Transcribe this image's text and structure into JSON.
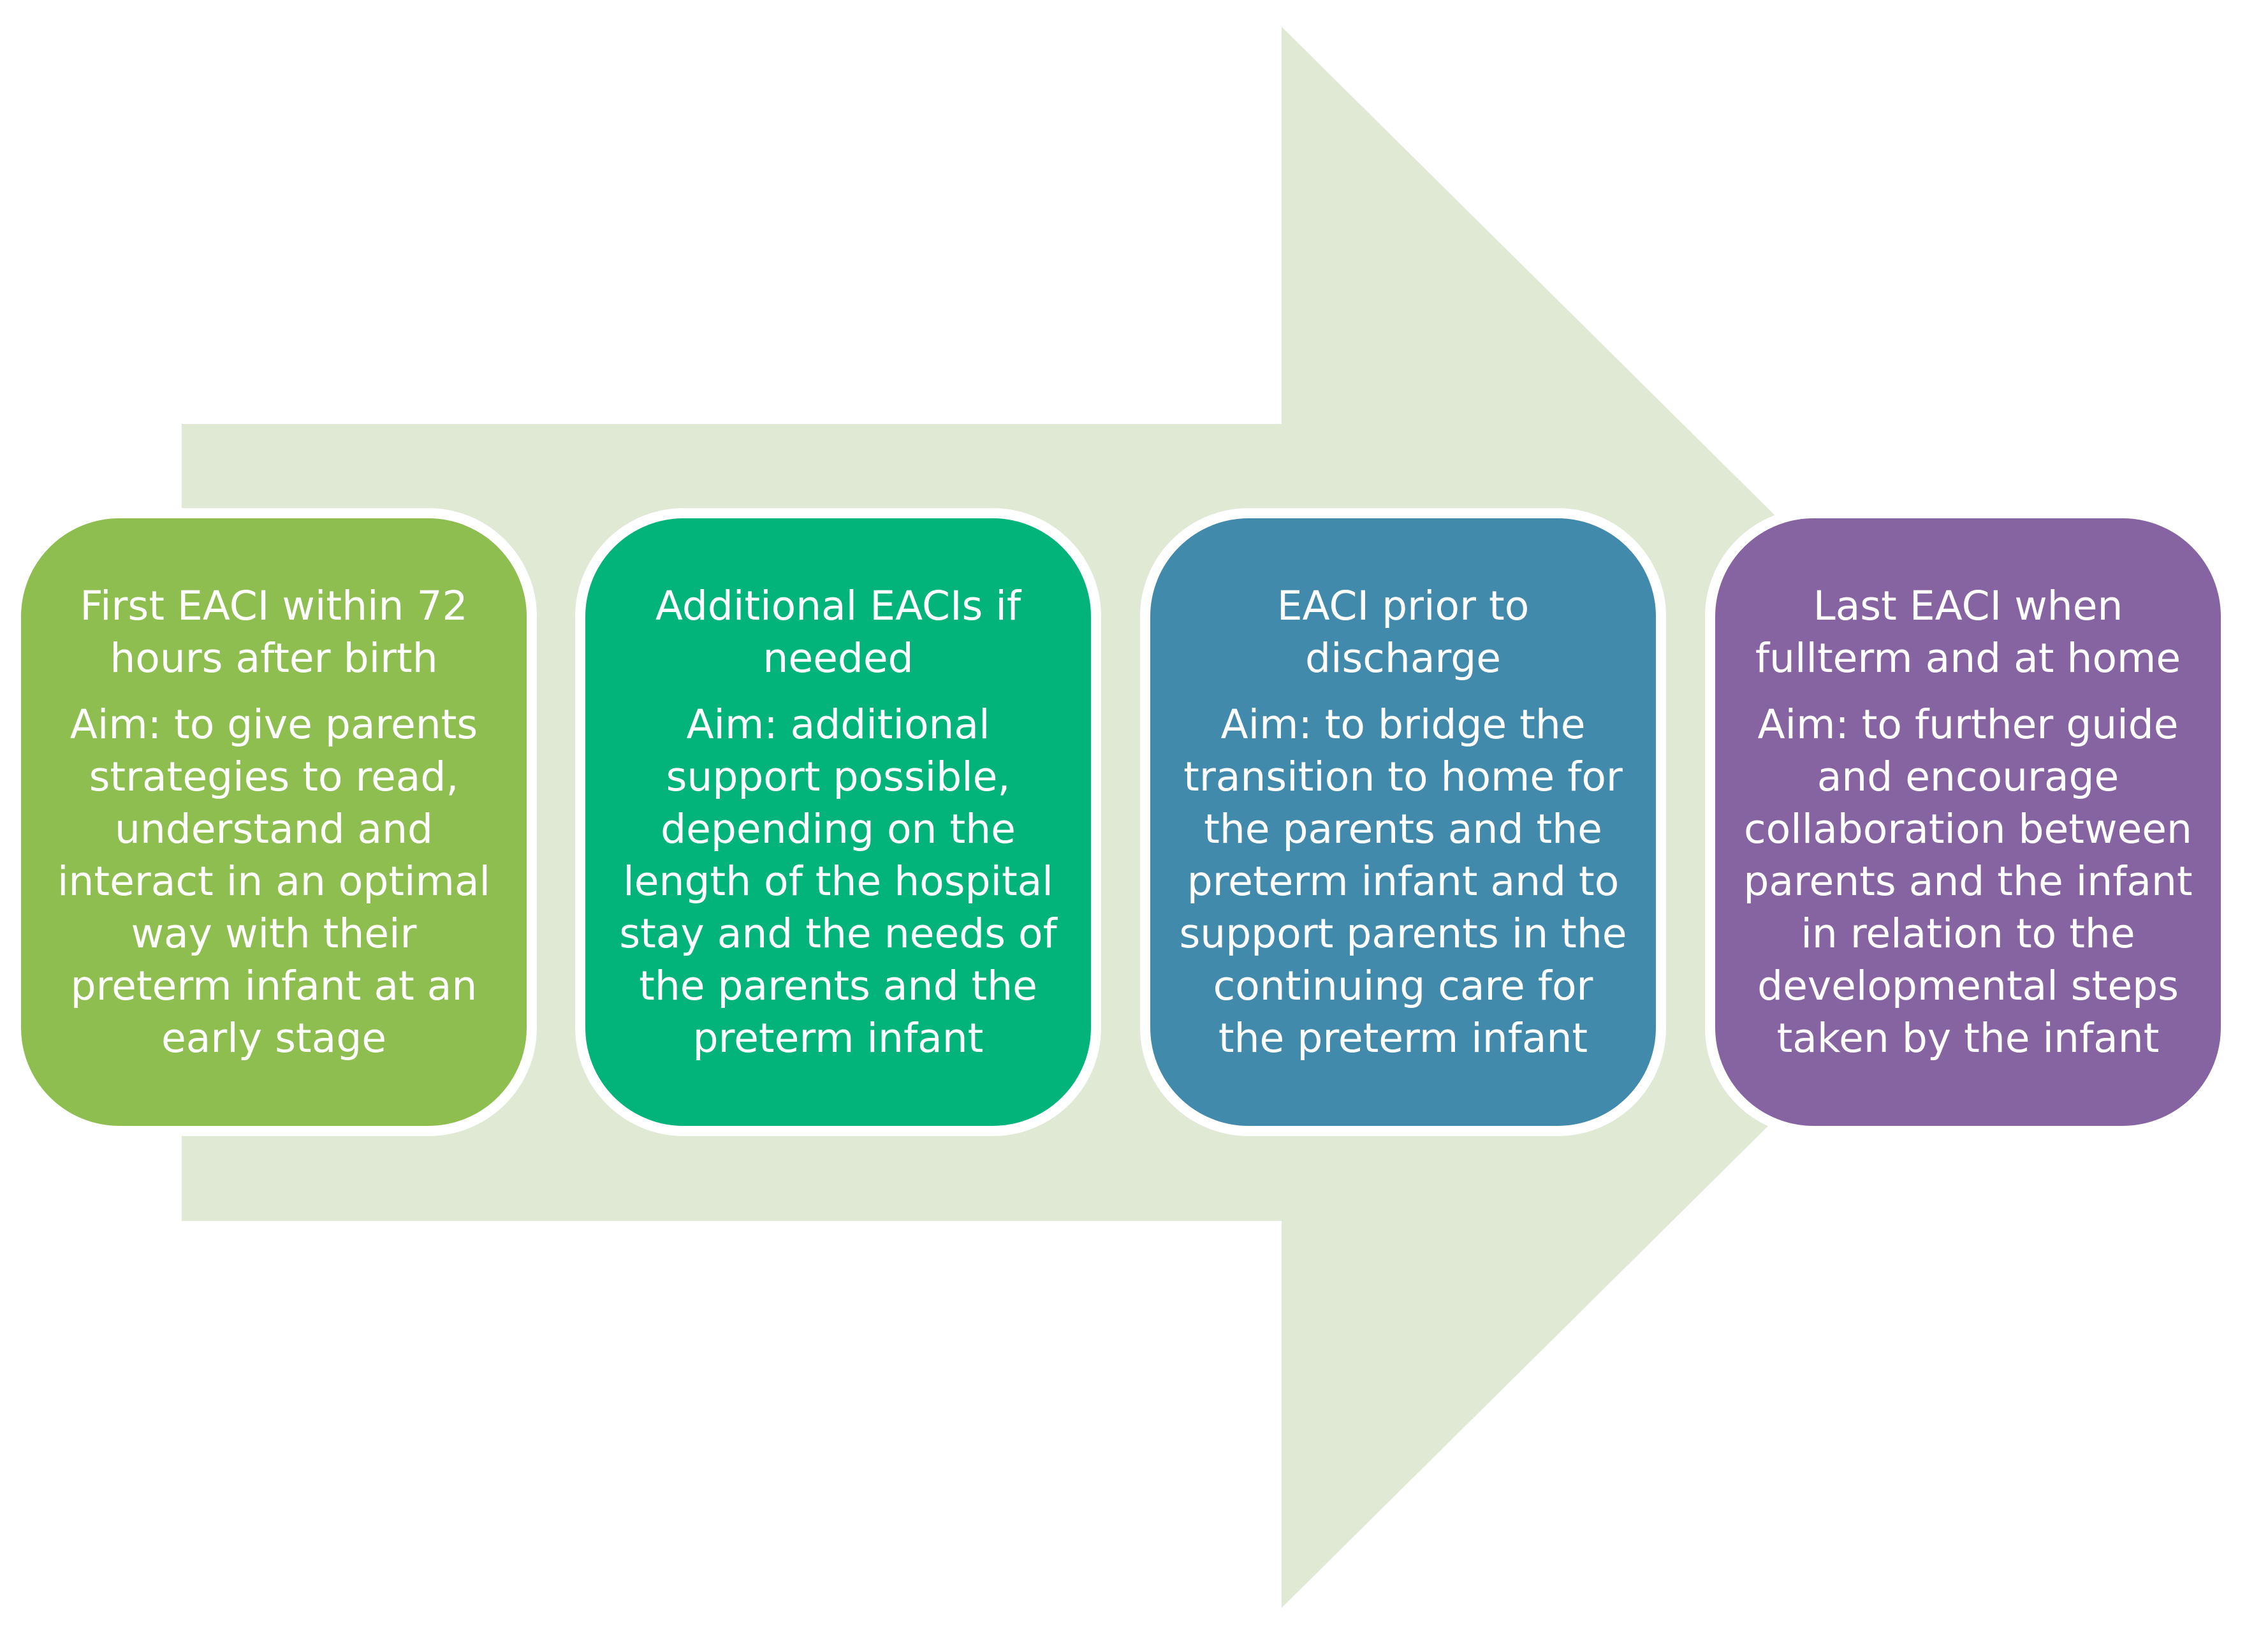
{
  "colors": {
    "arrow_fill": "#dfe9d4",
    "step_1": "#8ebd50",
    "step_2": "#02b37a",
    "step_3": "#428aac",
    "step_4": "#8664a2"
  },
  "steps": [
    {
      "title": "First EACI within 72 hours after birth",
      "aim": "Aim: to give parents strategies to read, understand and interact in an optimal way with their preterm infant at an early stage"
    },
    {
      "title": "Additional EACIs if needed",
      "aim": "Aim: additional support possible, depending on the length of the hospital stay and the needs of the parents and the preterm infant"
    },
    {
      "title": "EACI prior to discharge",
      "aim": "Aim: to bridge the transition to home for the parents and the preterm infant and to support parents in the continuing care for the preterm infant"
    },
    {
      "title": "Last EACI when fullterm and at home",
      "aim": "Aim: to further guide and encourage collaboration between parents and the infant in relation to the developmental steps taken by the infant"
    }
  ]
}
